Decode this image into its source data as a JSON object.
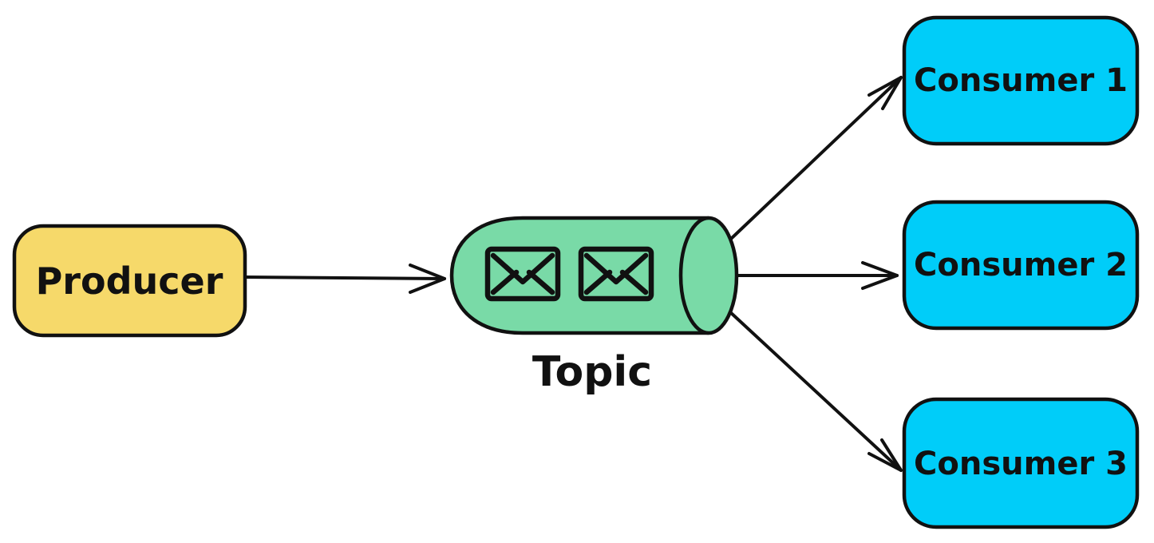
{
  "diagram": {
    "background_color": "#ffffff",
    "stroke_color": "#111111",
    "text_color": "#111111",
    "nodes": {
      "producer": {
        "label": "Producer",
        "fill": "#f6d96a",
        "shape": "rounded-rectangle"
      },
      "topic": {
        "label": "Topic",
        "fill": "#79daa7",
        "shape": "horizontal-cylinder",
        "icons": [
          "envelope-icon",
          "envelope-icon"
        ]
      },
      "consumers": [
        {
          "label": "Consumer 1",
          "fill": "#00cdf9",
          "shape": "rounded-rectangle"
        },
        {
          "label": "Consumer 2",
          "fill": "#00cdf9",
          "shape": "rounded-rectangle"
        },
        {
          "label": "Consumer 3",
          "fill": "#00cdf9",
          "shape": "rounded-rectangle"
        }
      ]
    },
    "edges": [
      {
        "from": "Producer",
        "to": "Topic"
      },
      {
        "from": "Topic",
        "to": "Consumer 1"
      },
      {
        "from": "Topic",
        "to": "Consumer 2"
      },
      {
        "from": "Topic",
        "to": "Consumer 3"
      }
    ]
  }
}
